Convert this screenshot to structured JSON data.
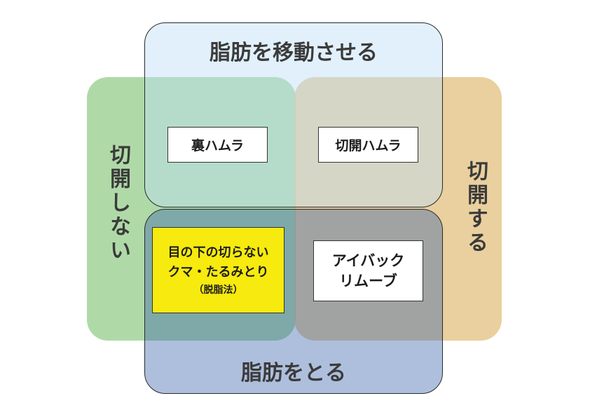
{
  "regions": {
    "top": "脂肪を移動させる",
    "bottom": "脂肪をとる",
    "left": "切開しない",
    "right": "切開する"
  },
  "boxes": {
    "top_left": "裏ハムラ",
    "top_right": "切開ハムラ",
    "bottom_right": {
      "line1": "アイバック",
      "line2": "リムーブ"
    },
    "bottom_left": {
      "line1": "目の下の切らない",
      "line2": "クマ・たるみとり",
      "line3": "（脱脂法）"
    }
  },
  "colors": {
    "left_region": "#94cd8a",
    "right_region": "#e0be78",
    "top_region": "#bcdef6",
    "bottom_region": "#345faa",
    "highlight_box": "#f7ea0e"
  }
}
